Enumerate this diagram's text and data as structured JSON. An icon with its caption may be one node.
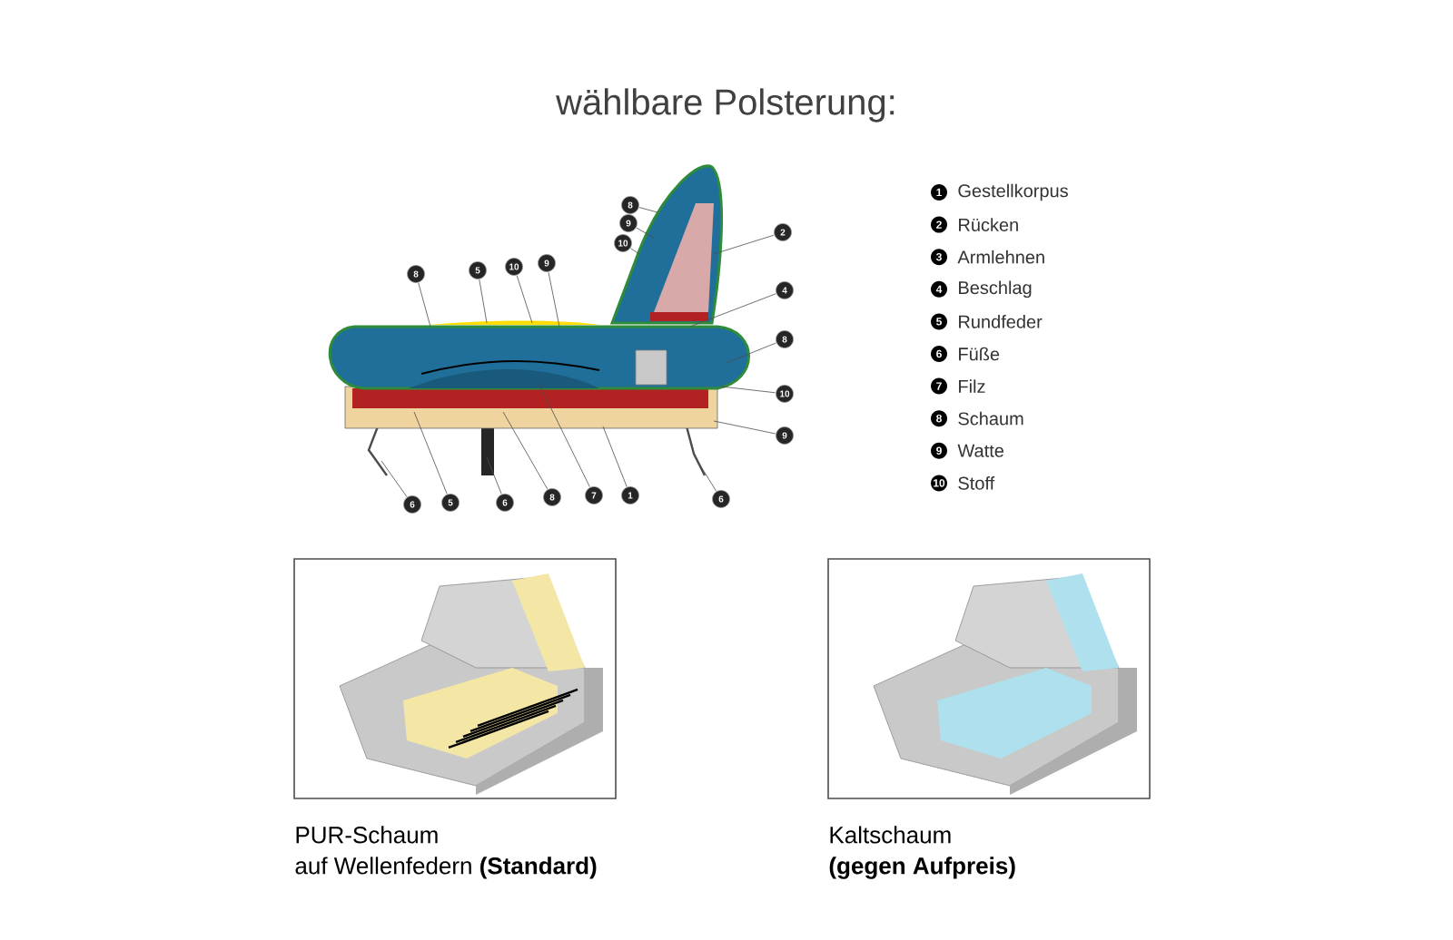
{
  "diagram": {
    "title": "wählbare Polsterung:",
    "nodes": [
      {
        "text": [
          "8"
        ]
      },
      {
        "text": [
          "9"
        ]
      },
      {
        "text": [
          "10"
        ]
      },
      {
        "text": [
          "2"
        ]
      },
      {
        "text": [
          "4"
        ]
      },
      {
        "text": [
          "8"
        ]
      },
      {
        "text": [
          "5"
        ]
      },
      {
        "text": [
          "10"
        ]
      },
      {
        "text": [
          "9"
        ]
      },
      {
        "text": [
          "8"
        ]
      },
      {
        "text": [
          "10"
        ]
      },
      {
        "text": [
          "9"
        ]
      },
      {
        "text": [
          "6"
        ]
      },
      {
        "text": [
          "5"
        ]
      },
      {
        "text": [
          "6"
        ]
      },
      {
        "text": [
          "8"
        ]
      },
      {
        "text": [
          "7"
        ]
      },
      {
        "text": [
          "1"
        ]
      },
      {
        "text": [
          "6"
        ]
      },
      {
        "text": [],
        "shape": "picture",
        "beside": [
          "PUR-Schaum",
          "auf Wellenfedern **(Standard)**"
        ]
      },
      {
        "text": [],
        "shape": "picture",
        "beside": [
          "Kaltschaum",
          "**(gegen Aufpreis)**"
        ]
      }
    ],
    "edges": [
      {
        "from": 0,
        "to": null,
        "arrow": "none"
      },
      {
        "from": 1,
        "to": null,
        "arrow": "none"
      },
      {
        "from": 2,
        "to": null,
        "arrow": "none"
      },
      {
        "from": 3,
        "to": null,
        "arrow": "none"
      },
      {
        "from": 4,
        "to": null,
        "arrow": "none"
      },
      {
        "from": 5,
        "to": null,
        "arrow": "none"
      },
      {
        "from": 6,
        "to": null,
        "arrow": "none"
      },
      {
        "from": 7,
        "to": null,
        "arrow": "none"
      },
      {
        "from": 8,
        "to": null,
        "arrow": "none"
      },
      {
        "from": 9,
        "to": null,
        "arrow": "none"
      },
      {
        "from": 10,
        "to": null,
        "arrow": "none"
      },
      {
        "from": 11,
        "to": null,
        "arrow": "none"
      },
      {
        "from": 12,
        "to": null,
        "arrow": "none"
      },
      {
        "from": 13,
        "to": null,
        "arrow": "none"
      },
      {
        "from": 14,
        "to": null,
        "arrow": "none"
      },
      {
        "from": 15,
        "to": null,
        "arrow": "none"
      },
      {
        "from": 16,
        "to": null,
        "arrow": "none"
      },
      {
        "from": 17,
        "to": null,
        "arrow": "none"
      },
      {
        "from": 18,
        "to": null,
        "arrow": "none"
      }
    ],
    "labels": [
      "1",
      "Gestellkorpus",
      "2",
      "Rücken",
      "3",
      "Armlehnen",
      "4",
      "Beschlag",
      "5",
      "Rundfeder",
      "6",
      "Füße",
      "7",
      "Filz",
      "8",
      "Schaum",
      "9",
      "Watte",
      "10",
      "Stoff"
    ]
  }
}
